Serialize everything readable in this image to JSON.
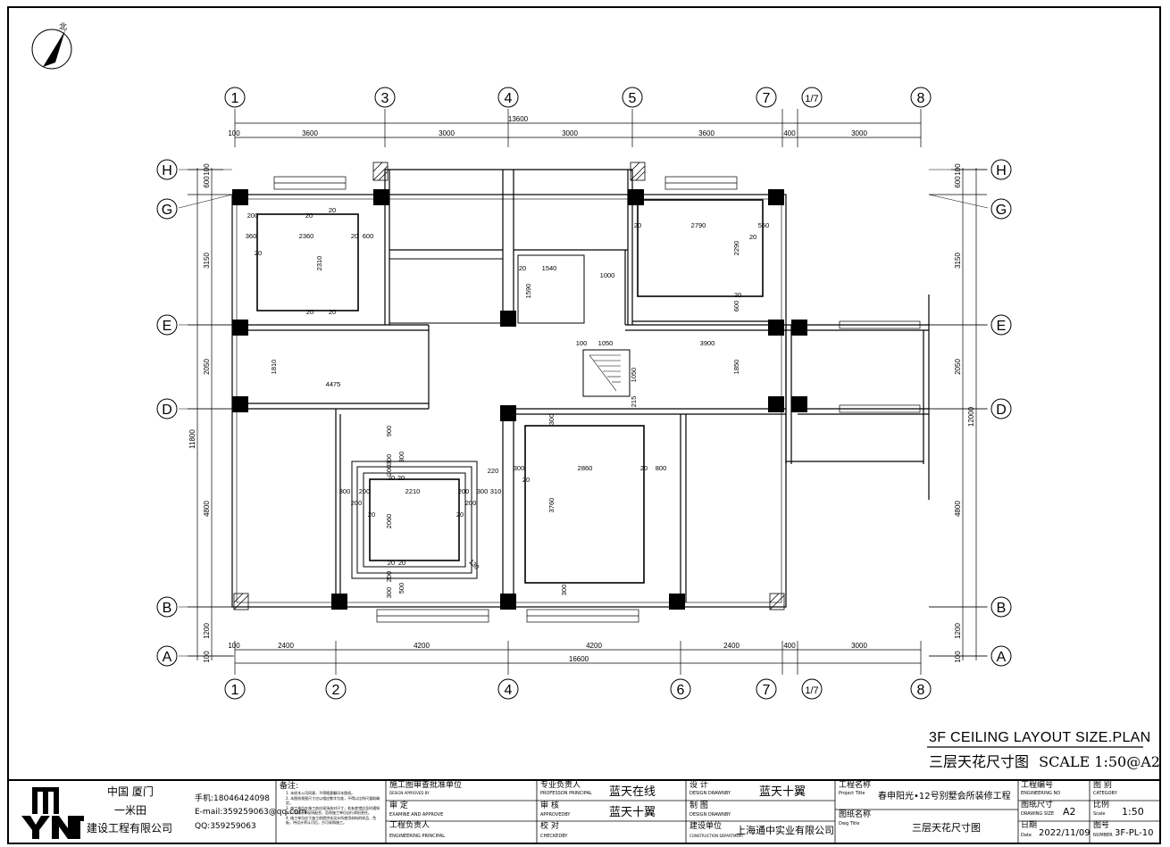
{
  "north_label": "北",
  "grid_top": [
    "1",
    "3",
    "4",
    "5",
    "7",
    "1/7",
    "8"
  ],
  "grid_bottom": [
    "1",
    "2",
    "4",
    "6",
    "7",
    "1/7",
    "8"
  ],
  "grid_left": [
    "H",
    "G",
    "E",
    "D",
    "B",
    "A"
  ],
  "grid_right": [
    "H",
    "G",
    "E",
    "D",
    "B",
    "A"
  ],
  "dims": {
    "top_total": "13600",
    "top_segments": [
      "100",
      "3600",
      "3000",
      "3000",
      "3600",
      "400",
      "3000"
    ],
    "bottom_total": "16600",
    "bottom_segments": [
      "100",
      "2400",
      "4200",
      "4200",
      "2400",
      "400",
      "3000"
    ],
    "left_segments": [
      "100",
      "600",
      "3150",
      "2050",
      "4800",
      "1200",
      "100"
    ],
    "left_total": "11800",
    "right_segments": [
      "100",
      "600",
      "3150",
      "2050",
      "4800",
      "1200",
      "100"
    ],
    "right_total": "12000"
  },
  "inner_dims": [
    "200",
    "20",
    "20",
    "360",
    "2360",
    "20",
    "600",
    "20",
    "2310",
    "20",
    "20",
    "1540",
    "20",
    "1590",
    "1000",
    "20",
    "2790",
    "550",
    "20",
    "2290",
    "600",
    "20",
    "1810",
    "4475",
    "1050",
    "3900",
    "1050",
    "215",
    "1850",
    "100",
    "900",
    "300",
    "300",
    "200",
    "20",
    "20",
    "300",
    "200",
    "2210",
    "200",
    "300",
    "310",
    "200",
    "20",
    "20",
    "200",
    "2060",
    "20",
    "20",
    "200",
    "500",
    "300",
    "130",
    "220",
    "300",
    "2860",
    "20",
    "800",
    "20",
    "3760",
    "300",
    "300"
  ],
  "title": {
    "en": "3F CEILING LAYOUT SIZE.PLAN",
    "cn": "三层天花尺寸图",
    "scale": "SCALE 1:50@A2"
  },
  "titleblock": {
    "company": {
      "line1": "中国 厦门",
      "line2": "一米田",
      "line3": "建设工程有限公司",
      "phone": "手机:18046424098",
      "email": "E-mail:359259063@qq.com",
      "qq": "QQ:359259063"
    },
    "notes_title": "备注:",
    "notes": [
      "1. 未经本公司同意，不得随意翻印本图纸。",
      "2. 本图纸视图尺寸应以相应数字为准，不得以比例尺量取确定。",
      "3. 施工单位在施工前应现场核对尺寸，若有差错应及时通知本公司设计师现场配合，否则施工单位自行承担责任。",
      "4. 施工单位应于施工前提供本设计所使用材料的样品、色板，待设计师认可后，方可采购施工。"
    ],
    "approval_header": "施工图审查批准单位",
    "approval_header_en": "DESIGN APPROVED BY",
    "examine": "审    定",
    "examine_en": "EXAMINE AND APPROVE",
    "engineer": "工程负责人",
    "engineer_en": "ENGINEERING PRINCIPAL",
    "professional": "专业负责人",
    "professional_en": "PROFESSON PRINCIPAL",
    "professional_val": "蓝天在线",
    "approved": "审    核",
    "approved_en": "APPROVEDBY",
    "approved_val": "蓝天十翼",
    "checked": "校    对",
    "checked_en": "CHECKEDBY",
    "design": "设    计",
    "design_en": "DESIGN DRAWNBY",
    "design_val": "蓝天十翼",
    "drawn": "制    图",
    "drawn_en": "DESIGN DRAWNBY",
    "unit": "建设单位",
    "unit_en": "CONSTRUCTION DEPARTMENT",
    "unit_val": "上海通中实业有限公司",
    "project_label": "工程名称",
    "project_label_en": "Project Title",
    "project_val": "春申阳光•12号别墅会所装修工程",
    "drawing_label": "图纸名称",
    "drawing_label_en": "Dwg Title",
    "drawing_val": "三层天花尺寸图",
    "eng_no_label": "工程编号",
    "eng_no_en": "ENGINEERING NO",
    "category_label": "图 别",
    "category_en": "CATEGORY",
    "size_label": "图纸尺寸",
    "size_en": "DRAWING SIZE",
    "size_val": "A2",
    "scale_label": "比例",
    "scale_en": "Scale",
    "scale_val": "1:50",
    "date_label": "日期",
    "date_en": "Date",
    "date_val": "2022/11/09",
    "number_label": "图号",
    "number_en": "NUMBER",
    "number_val": "3F-PL-10"
  }
}
